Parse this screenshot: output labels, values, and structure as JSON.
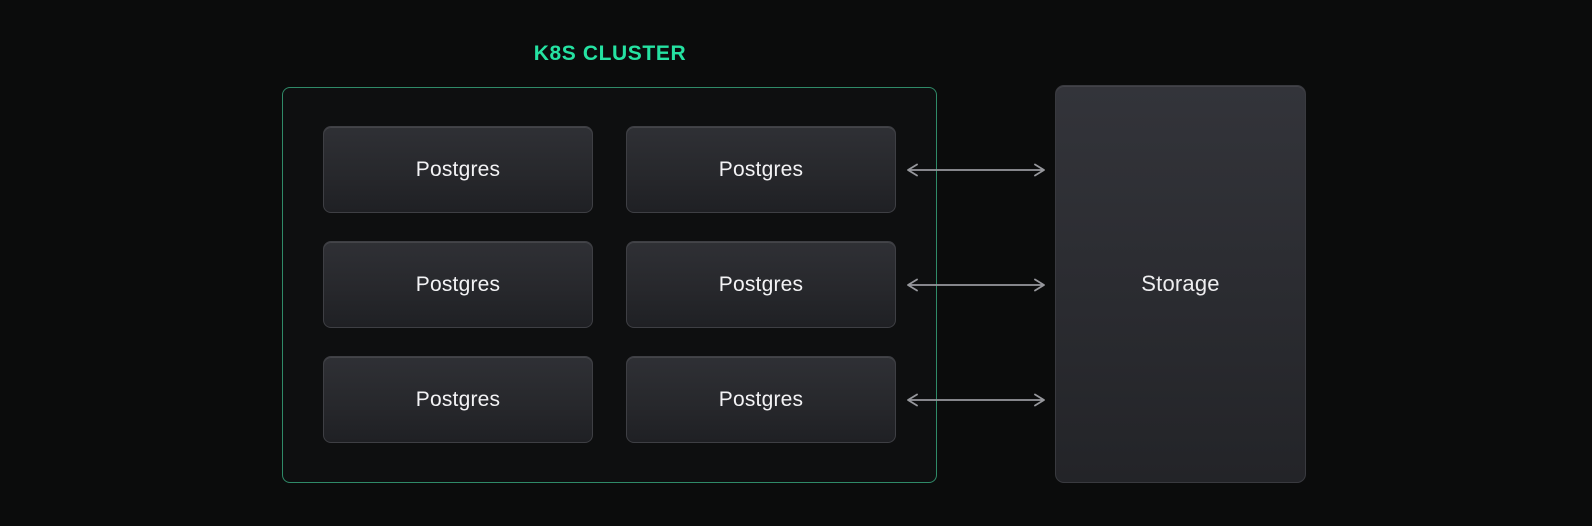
{
  "diagram": {
    "cluster": {
      "title": "K8S CLUSTER",
      "nodes": [
        {
          "label": "Postgres"
        },
        {
          "label": "Postgres"
        },
        {
          "label": "Postgres"
        },
        {
          "label": "Postgres"
        },
        {
          "label": "Postgres"
        },
        {
          "label": "Postgres"
        }
      ]
    },
    "storage": {
      "label": "Storage"
    },
    "connections": [
      {
        "from": "Postgres",
        "to": "Storage",
        "type": "bidirectional"
      },
      {
        "from": "Postgres",
        "to": "Storage",
        "type": "bidirectional"
      },
      {
        "from": "Postgres",
        "to": "Storage",
        "type": "bidirectional"
      }
    ],
    "colors": {
      "background": "#0b0c0c",
      "accent_green": "#25e2a2",
      "cluster_border": "#2f8a68",
      "node_fill_top": "#2f3035",
      "node_fill_bottom": "#1f2024",
      "node_border": "#3e3f44",
      "arrow": "#97989d",
      "text": "#f3f3f5"
    }
  }
}
